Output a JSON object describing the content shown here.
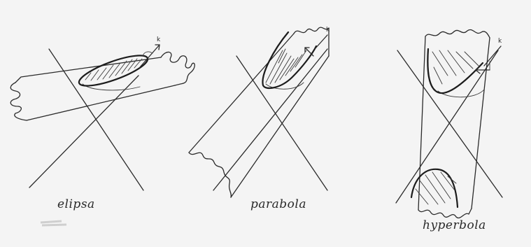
{
  "labels": {
    "ellipse": "elipsa",
    "parabola": "parabola",
    "hyperbola": "hyperbola"
  },
  "vector_label": "k",
  "colors": {
    "paper": "#f4f4f4",
    "ink": "#2a2a2a"
  }
}
